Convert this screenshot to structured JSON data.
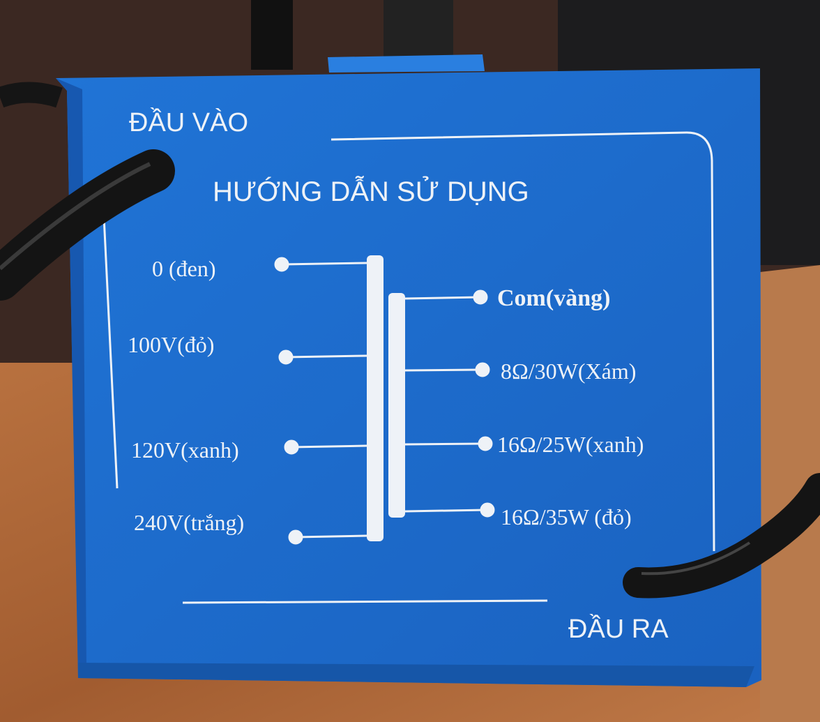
{
  "panel": {
    "input_title": "ĐẦU VÀO",
    "heading": "HƯỚNG DẪN SỬ DỤNG",
    "output_title": "ĐẦU RA"
  },
  "inputs": [
    {
      "label": "0 (đen)"
    },
    {
      "label": "100V(đỏ)"
    },
    {
      "label": "120V(xanh)"
    },
    {
      "label": "240V(trắng)"
    }
  ],
  "outputs": [
    {
      "label": "Com(vàng)"
    },
    {
      "label": "8Ω/30W(Xám)"
    },
    {
      "label": "16Ω/25W(xanh)"
    },
    {
      "label": "16Ω/35W (đỏ)"
    }
  ],
  "colors": {
    "box_blue": "#1f6fd2",
    "print_white": "#eef2f7",
    "wood": "#b06a3a",
    "cable": "#151515"
  }
}
